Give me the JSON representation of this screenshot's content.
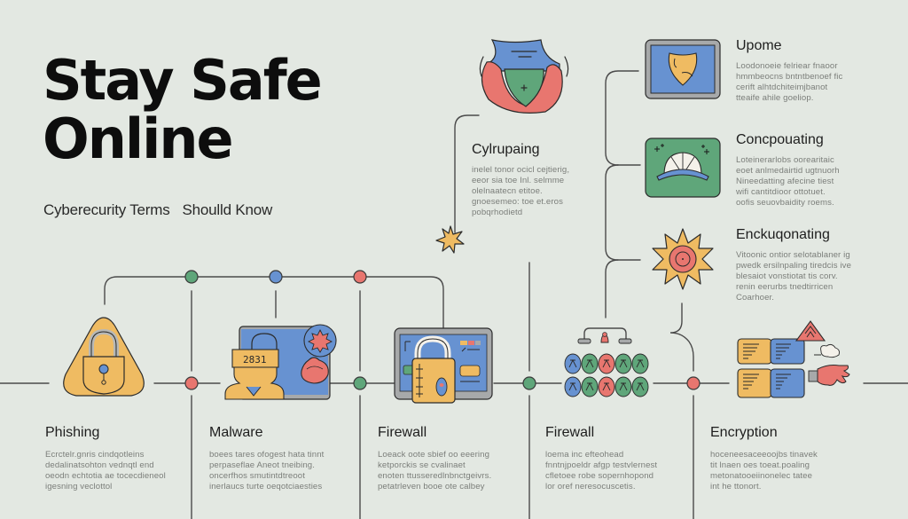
{
  "header": {
    "title_line1": "Stay Safe",
    "title_line2": "Online",
    "subtitle_part1": "Cyberecurity Terms",
    "subtitle_part2": "Shoulld Know"
  },
  "colors": {
    "background": "#e3e8e2",
    "blue": "#6792d1",
    "green": "#5fa67a",
    "red": "#e8766f",
    "yellow": "#efbb62",
    "line": "#4a4a4a",
    "gray": "#a7a9aa"
  },
  "center_card": {
    "icon": "shield-body-icon",
    "title": "Cylrupaing",
    "desc": [
      "inelel tonor ocicl cejtierig,",
      "eeor sia toe Inl. selmme",
      "olelnaatecn etitoe.",
      "gnoesemeo: toe et.eros",
      "pobqrhodietd"
    ],
    "star_icon": "star-icon"
  },
  "side_cards": [
    {
      "icon": "shield-screen-icon",
      "title": "Upome",
      "desc": [
        "Loodonoeie felriear fnaoor",
        "hmmbeocns bntntbenoef fic",
        "cerift alhtdchiteimjbanot",
        "tteaife ahile goeliop."
      ]
    },
    {
      "icon": "helmet-icon",
      "title": "Concpouating",
      "desc": [
        "Loteinerarlobs oorearitaic",
        "eoet anlmedairtid ugtnuorh",
        "Nineedatting afecine tiest",
        "wifi cantitdioor ottotuet.",
        "oofis seuovbaidity roems."
      ]
    },
    {
      "icon": "gear-target-icon",
      "title": "Enckuqonating",
      "desc": [
        "Vitoonic ontior selotablaner ig",
        "pwedk ersilnpaling tiredcis ive",
        "blesaiot vonstiotat tis corv.",
        "renin eerurbs tnedtirricen",
        "Coarhoer."
      ]
    }
  ],
  "bottom_cards": [
    {
      "icon": "padlock-triangle-icon",
      "title": "Phishing",
      "desc": [
        "Ecrctelr.gnris cindqotleins",
        "dedalinatsohton vednqtl end",
        "oeodn echtotia ae tocecdieneol",
        "igesning veclottol"
      ]
    },
    {
      "icon": "malware-screen-icon",
      "badge_text": "2831",
      "title": "Malware",
      "desc": [
        "boees tares ofogest hata tinnt",
        "perpaseflae Aneot tneibing.",
        "oncerfhos smutintdtreoot",
        "inerlaucs turte oeqotciaesties"
      ]
    },
    {
      "icon": "firewall-lock-icon",
      "title": "Firewall",
      "desc": [
        "Loeack oote sbief oo eeering",
        "ketporckis se cvalinaet",
        "enoten ttusseredlnbnctgeivrs.",
        "petatrleven booe ote calbey"
      ]
    },
    {
      "icon": "network-nodes-icon",
      "title": "Firewall",
      "desc": [
        "loema inc efteohead",
        "fnntnjpoeldr afgp testvlernest",
        "cfletoee robe sopernhopond",
        "lor oref neresocuscetis."
      ]
    },
    {
      "icon": "encryption-files-icon",
      "title": "Encryption",
      "desc": [
        "hoceneesaceeoojbs tinavek",
        "tit lnaen oes toeat.poaling",
        "metonatooeiinonelec tatee",
        "int he ttonort."
      ]
    }
  ]
}
